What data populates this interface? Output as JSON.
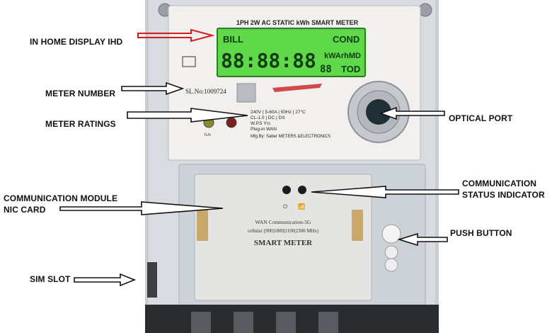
{
  "callouts": {
    "ihd": "IN HOME DISPLAY IHD",
    "meter_number": "METER NUMBER",
    "meter_ratings": "METER RATINGS",
    "comm_module_line1": "COMMUNICATION MODULE",
    "comm_module_line2": "NIC CARD",
    "sim_slot": "SIM SLOT",
    "optical_port": "OPTICAL PORT",
    "comm_status_line1": "COMMUNICATION",
    "comm_status_line2": "STATUS INDICATOR",
    "push_button": "PUSH BUTTON"
  },
  "meter": {
    "header": "1PH 2W AC STATIC kWh SMART METER",
    "lcd_top_left": "BILL",
    "lcd_top_right": "COND",
    "lcd_digits": "88:88:88",
    "lcd_units": "kWArhMD",
    "lcd_small_digits": "88",
    "lcd_tod": "TOD",
    "serial_number": "SL.No:1009724",
    "rating_line1": "240V | 5-60A | 50Hz | 27°C",
    "rating_line2": "CL-1.0 | DC | DS",
    "rating_line3": "W.P.5 Yrs",
    "rating_line4": "Plug-in WAN",
    "maker_line": "Mfg By: Saber METERS &ELECTRONICS",
    "module_line1": "WAN Communication-5G",
    "module_line2": "cellular (900|1800|2100|2300 MHz)",
    "module_title": "SMART METER",
    "led_label_1": "Tc/h"
  },
  "colors": {
    "lcd_bg": "#5fd84a",
    "lcd_seg": "#0f3d12",
    "arrow_red": "#d11f1f",
    "casing": "#d3d7dc",
    "faceplate": "#f1f0ee"
  }
}
